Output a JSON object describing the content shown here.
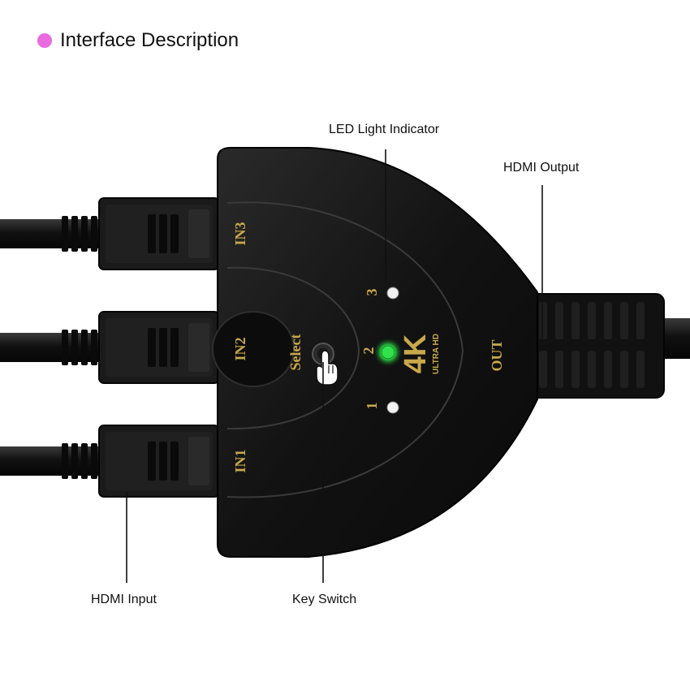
{
  "header": {
    "title": "Interface Description",
    "bullet_color": "#e96be0"
  },
  "callouts": {
    "led": "LED Light Indicator",
    "hdmi_output": "HDMI Output",
    "hdmi_input": "HDMI Input",
    "key_switch": "Key Switch"
  },
  "device": {
    "ports": {
      "in1": "IN1",
      "in2": "IN2",
      "in3": "IN3",
      "out": "OUT"
    },
    "indicators": [
      {
        "number": "1",
        "state": "off"
      },
      {
        "number": "2",
        "state": "on"
      },
      {
        "number": "3",
        "state": "off"
      }
    ],
    "select_label": "Select",
    "brand": {
      "main": "4K",
      "sub": "ULTRA HD"
    },
    "colors": {
      "label_gold": "#c9a84a",
      "led_on": "#2fe24a",
      "led_off": "#f2f2f2",
      "body": "#141414"
    }
  }
}
